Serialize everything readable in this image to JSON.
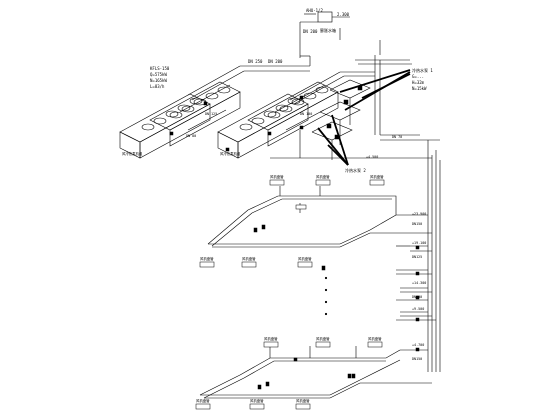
{
  "annotations": {
    "top_note_1": "AHU-1/2",
    "top_note_2": "DN 200",
    "top_box": "2.300",
    "top_box_note": "膨胀水箱",
    "chiller_left_spec_1": "KFLS-150",
    "chiller_left_spec_2": "Q=575kW",
    "chiller_left_spec_3": "N=165kW",
    "chiller_left_spec_4": "L=83/h",
    "chiller_left_label": "风冷热泵机组",
    "chiller_right_label": "风冷热泵机组",
    "main_pipe_1": "DN 250",
    "main_pipe_2": "DN 200",
    "pump_label_1": "冷热水泵 1",
    "pump_label_2": "冷热水泵 2",
    "pump_spec_1": "G=...",
    "pump_spec_2": "H=32m",
    "pump_spec_3": "N=15kW",
    "branch_1": "DN 125",
    "branch_2": "DN 100",
    "branch_3": "DN 80",
    "riser_1": "DN150",
    "riser_2": "DN125",
    "riser_3": "DN100",
    "riser_4": "DN150",
    "level_1": "+4.700",
    "level_2": "+9.500",
    "level_3": "+14.300",
    "level_4": "+19.100",
    "level_5": "+23.900",
    "unit": "风机盘管",
    "flow_label": "DN 70",
    "elev_label": "+4.500"
  }
}
